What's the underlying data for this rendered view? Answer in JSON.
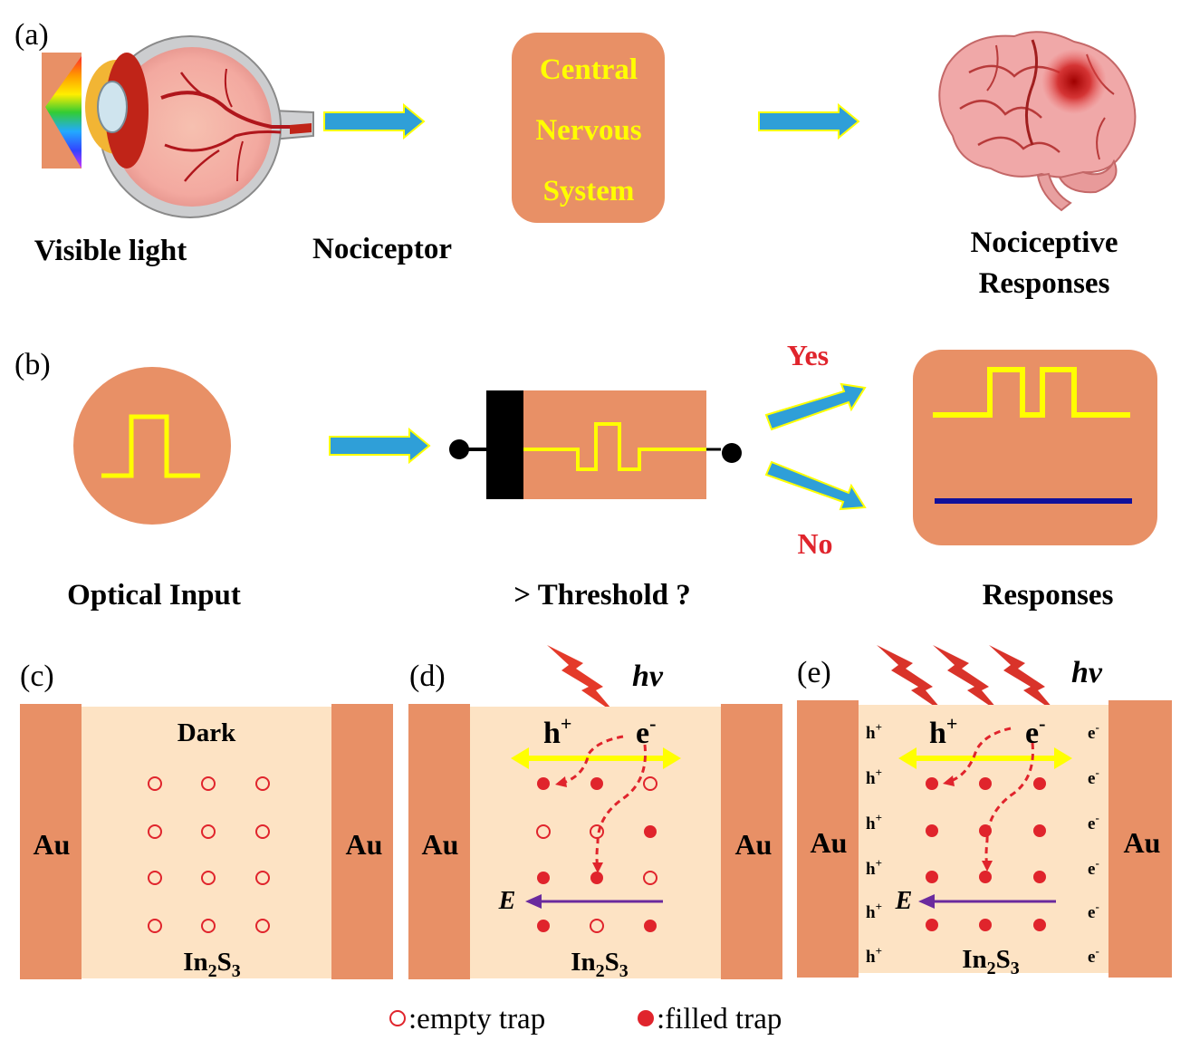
{
  "panel_a": {
    "label": "(a)",
    "visible_light_label": "Visible light",
    "nociceptor_label": "Nociceptor",
    "cns_lines": [
      "Central",
      "Nervous",
      "System"
    ],
    "responses_lines": [
      "Nociceptive",
      "Responses"
    ]
  },
  "panel_b": {
    "label": "(b)",
    "optical_input_label": "Optical Input",
    "threshold_label": "> Threshold ?",
    "yes_label": "Yes",
    "no_label": "No",
    "responses_label": "Responses"
  },
  "panel_c": {
    "label": "(c)",
    "left_electrode": "Au",
    "right_electrode": "Au",
    "state_label": "Dark",
    "material_base": "In",
    "material_sub1": "2",
    "material_mid": "S",
    "material_sub2": "3"
  },
  "panel_d": {
    "label": "(d)",
    "hv_label": "hv",
    "left_electrode": "Au",
    "right_electrode": "Au",
    "hole_label": "h",
    "hole_sup": "+",
    "electron_label": "e",
    "electron_sup": "-",
    "field_label": "E",
    "material_base": "In",
    "material_sub1": "2",
    "material_mid": "S",
    "material_sub2": "3"
  },
  "panel_e": {
    "label": "(e)",
    "hv_label": "hv",
    "left_electrode": "Au",
    "right_electrode": "Au",
    "hole_label": "h",
    "hole_sup": "+",
    "electron_label": "e",
    "electron_sup": "-",
    "field_label": "E",
    "material_base": "In",
    "material_sub1": "2",
    "material_mid": "S",
    "material_sub2": "3",
    "side_hole": "h",
    "side_hole_sup": "+",
    "side_electron": "e",
    "side_electron_sup": "-"
  },
  "legend": {
    "empty_trap": ":empty trap",
    "filled_trap": ":filled trap"
  },
  "colors": {
    "orange": "#e89066",
    "peach": "#fde3c4",
    "yellow": "#ffff00",
    "blue_arrow": "#2f9fd8",
    "red": "#e0242c",
    "purple": "#6a2a9e",
    "navy": "#10109a"
  }
}
